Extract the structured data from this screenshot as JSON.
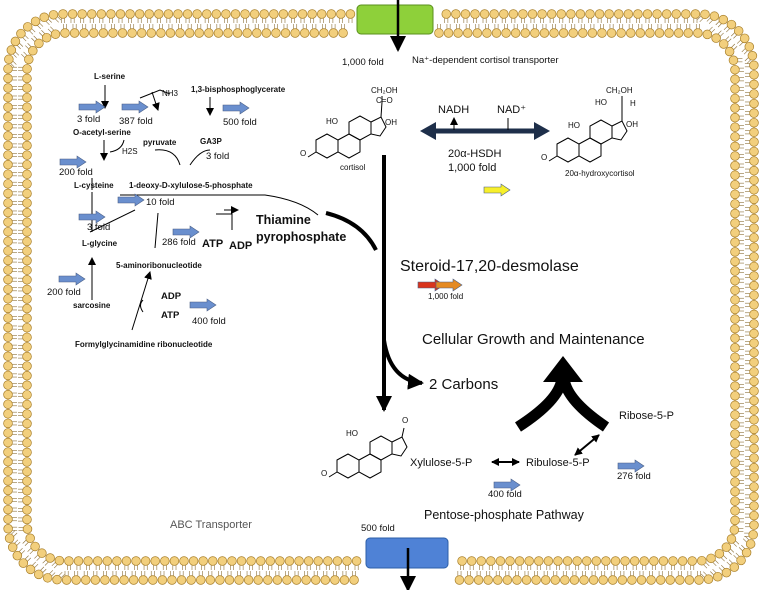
{
  "transporters": {
    "top_fold": "1,000 fold",
    "top_name": "Na⁺-dependent cortisol transporter",
    "abc_name": "ABC Transporter",
    "bottom_fold": "500 fold"
  },
  "thiamine_pathway": {
    "l_serine": "L-serine",
    "nh3": "NH3",
    "bpg": "1,3-bisphosphoglycerate",
    "fold_3a": "3 fold",
    "fold_387": "387 fold",
    "fold_500": "500 fold",
    "o_acetyl_serine": "O-acetyl-serine",
    "pyruvate": "pyruvate",
    "ga3p": "GA3P",
    "h2s": "H2S",
    "fold_3b": "3 fold",
    "fold_200a": "200 fold",
    "l_cysteine": "L-cysteine",
    "dxp": "1-deoxy-D-xylulose-5-phosphate",
    "fold_10": "10 fold",
    "fold_3c": "3 fold",
    "l_glycine": "L-glycine",
    "fold_286": "286 fold",
    "atp1": "ATP",
    "adp1": "ADP",
    "thiamine": "Thiamine pyrophosphate",
    "air": "5-aminoribonucleotide",
    "fold_200b": "200 fold",
    "sarcosine": "sarcosine",
    "adp2": "ADP",
    "atp2": "ATP",
    "fold_400a": "400 fold",
    "fgar": "Formylglycinamidine ribonucleotide"
  },
  "cortisol_reaction": {
    "cortisol": "cortisol",
    "nadh": "NADH",
    "nad": "NAD⁺",
    "enzyme": "20α-HSDH",
    "fold": "1,000 fold",
    "product": "20α-hydroxycortisol"
  },
  "desmolase": {
    "name": "Steroid-17,20-desmolase",
    "fold": "1,000 fold",
    "two_carbons": "2 Carbons"
  },
  "growth": {
    "title": "Cellular Growth and Maintenance"
  },
  "ppp": {
    "ribose": "Ribose-5-P",
    "xylulose": "Xylulose-5-P",
    "ribulose": "Ribulose-5-P",
    "fold_276": "276 fold",
    "fold_400": "400 fold",
    "title": "Pentose-phosphate Pathway"
  },
  "molecule_labels": {
    "ch2oh": "CH₂OH",
    "co": "C=O",
    "ho": "HO",
    "oh": "OH",
    "o": "O",
    "h": "H"
  },
  "colors": {
    "membrane_head": "#f2cf7d",
    "membrane_head_stroke": "#a87f2a",
    "top_transporter": "#8ed03a",
    "bottom_transporter": "#4f82d6",
    "fold_arrow": "#6a8fce",
    "yellow_arrow": "#f7ef2a",
    "red_arrow": "#d9341d",
    "orange_arrow": "#e58a22",
    "hsdh_bar": "#1e2f4a"
  }
}
